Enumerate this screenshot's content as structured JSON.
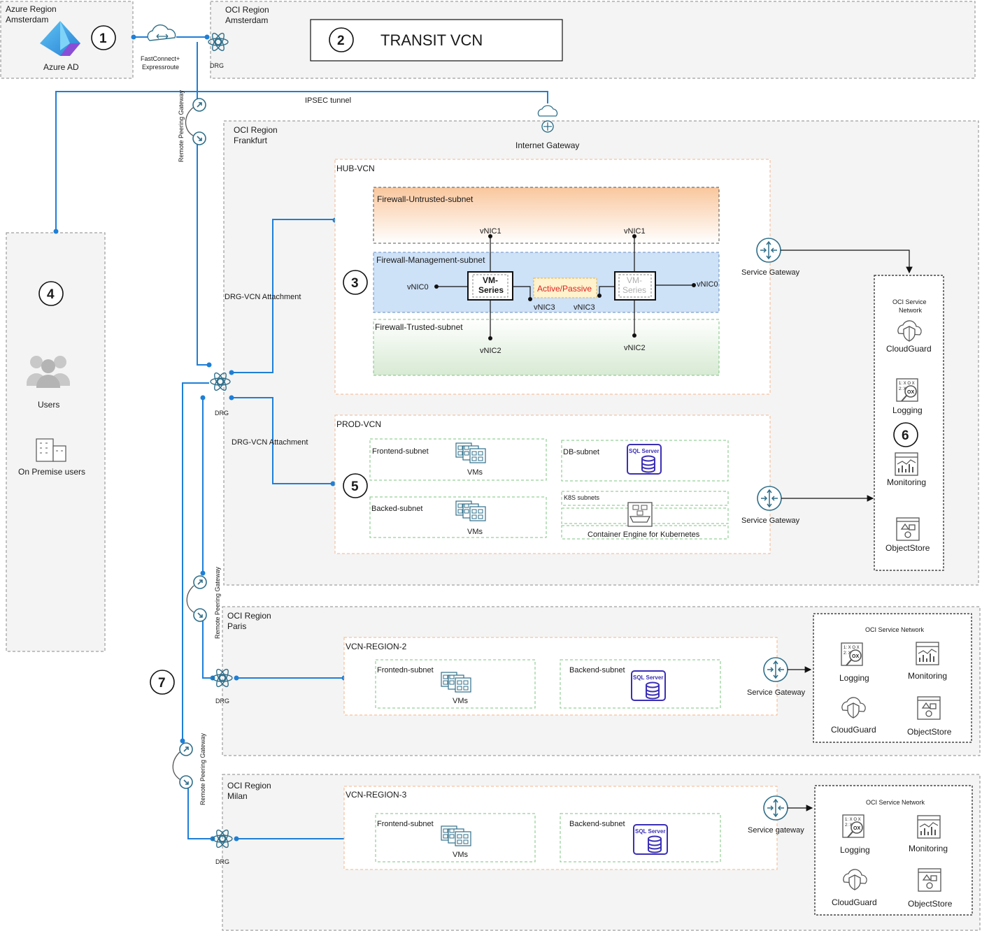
{
  "azure_region": {
    "title_line1": "Azure Region",
    "title_line2": "Amsterdam",
    "azure_ad": "Azure AD"
  },
  "fastconnect": {
    "line1": "FastConnect+",
    "line2": "Expressroute"
  },
  "drg": "DRG",
  "oci_amsterdam": {
    "title_line1": "OCI Region",
    "title_line2": "Amsterdam",
    "transit_vcn": "TRANSIT VCN"
  },
  "ipsec_tunnel": "IPSEC tunnel",
  "internet_gateway": "Internet Gateway",
  "remote_peering_gateway": "Remote Peering Gateway",
  "oci_frankfurt": {
    "title_line1": "OCI Region",
    "title_line2": "Frankfurt"
  },
  "hub_vcn": {
    "title": "HUB-VCN",
    "untrusted_subnet": "Firewall-Untrusted-subnet",
    "management_subnet": "Firewall-Management-subnet",
    "trusted_subnet": "Firewall-Trusted-subnet",
    "vm_series_line1": "VM-",
    "vm_series_line2": "Series",
    "active_passive": "Active/Passive",
    "vnic0": "vNIC0",
    "vnic1": "vNIC1",
    "vnic2": "vNIC2",
    "vnic3": "vNIC3"
  },
  "drg_vcn_attachment": "DRG-VCN Attachment",
  "prod_vcn": {
    "title": "PROD-VCN",
    "frontend_subnet": "Frontend-subnet",
    "backend_subnet": "Backed-subnet",
    "db_subnet": "DB-subnet",
    "k8s_subnets": "K8S subnets",
    "container_engine": "Container Engine for Kubernetes",
    "vms": "VMs"
  },
  "sql_server": "SQL Server",
  "service_gateway": "Service Gateway",
  "service_gateway_lower": "Service gateway",
  "oci_service_network": {
    "title_line1": "OCI Service",
    "title_line2": "Network",
    "title": "OCI Service Network",
    "cloudguard": "CloudGuard",
    "logging": "Logging",
    "monitoring": "Monitoring",
    "objectstore": "ObjectStore"
  },
  "onprem": {
    "users": "Users",
    "on_premise_users": "On Premise users"
  },
  "oci_paris": {
    "title_line1": "OCI Region",
    "title_line2": "Paris",
    "vcn": "VCN-REGION-2",
    "frontend_subnet": "Frontedn-subnet",
    "backend_subnet": "Backend-subnet",
    "vms": "VMs"
  },
  "oci_milan": {
    "title_line1": "OCI Region",
    "title_line2": "Milan",
    "vcn": "VCN-REGION-3",
    "frontend_subnet": "Frontend-subnet",
    "backend_subnet": "Backend-subnet",
    "vms": "VMs"
  },
  "markers": [
    "1",
    "2",
    "3",
    "4",
    "5",
    "6",
    "7"
  ],
  "colors": {
    "link_blue": "#1e7fd6",
    "untrusted_orange": "#f9c79d",
    "management_blue": "#cde1f7",
    "trusted_green": "#d7ead3",
    "active_passive_red": "#e02020",
    "sql_purple": "#3b2fb5"
  }
}
